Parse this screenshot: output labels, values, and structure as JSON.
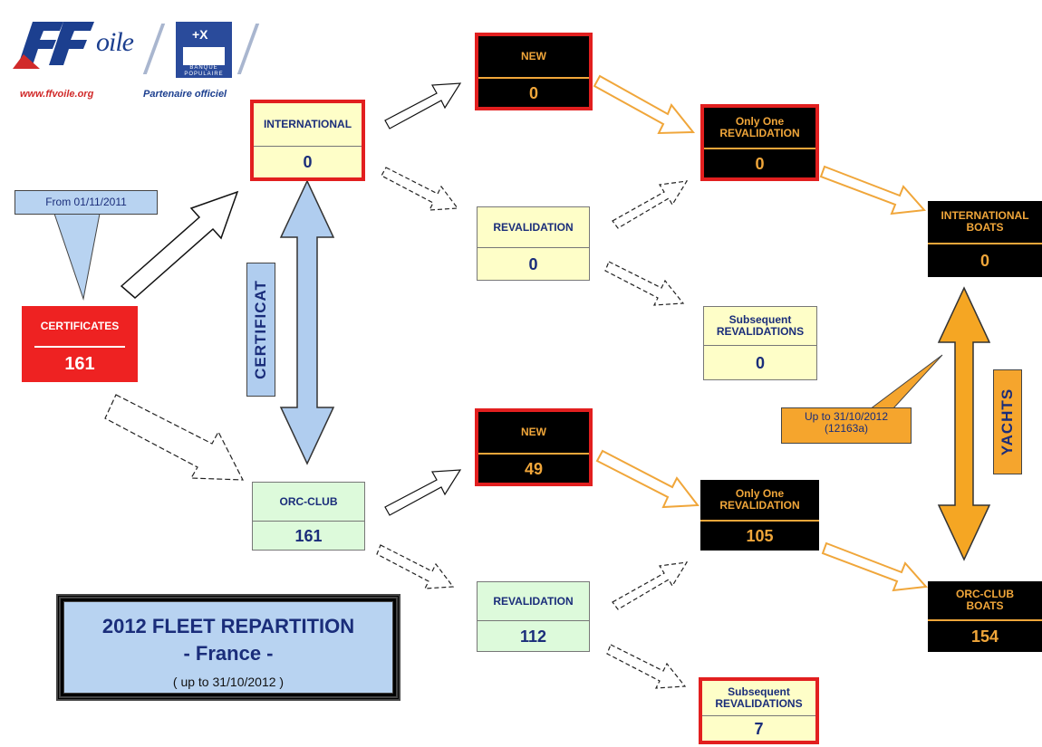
{
  "logo": {
    "brand_word": "oile",
    "url": "www.ffvoile.org",
    "partner_text": "Partenaire officiel",
    "bank_mark": "+X",
    "bank_text": "BANQUE POPULAIRE"
  },
  "colors": {
    "red": "#e21f1f",
    "orange": "#f0a63a",
    "navy": "#1a2d7a",
    "blue_fill": "#b0cdef",
    "yellow_fill": "#fefec8",
    "green_fill": "#ddfadb"
  },
  "callouts": {
    "from_date": "From 01/11/2011",
    "up_to_line1": "Up  to 31/10/2012",
    "up_to_line2": "(12163a)"
  },
  "certificates": {
    "label": "CERTIFICATES",
    "value": "161"
  },
  "certificat_label": "CERTIFICAT",
  "yachts_label": "YACHTS",
  "international": {
    "label": "INTERNATIONAL",
    "value": "0"
  },
  "orc_club": {
    "label": "ORC-CLUB",
    "value": "161"
  },
  "intl_new": {
    "label": "NEW",
    "value": "0"
  },
  "intl_revalidation": {
    "label": "REVALIDATION",
    "value": "0"
  },
  "intl_only_one": {
    "label_line1": "Only One",
    "label_line2": "REVALIDATION",
    "value": "0"
  },
  "intl_subsequent": {
    "label_line1": "Subsequent",
    "label_line2": "REVALIDATIONS",
    "value": "0"
  },
  "intl_boats": {
    "label_line1": "INTERNATIONAL",
    "label_line2": "BOATS",
    "value": "0"
  },
  "club_new": {
    "label": "NEW",
    "value": "49"
  },
  "club_revalidation": {
    "label": "REVALIDATION",
    "value": "112"
  },
  "club_only_one": {
    "label_line1": "Only One",
    "label_line2": "REVALIDATION",
    "value": "105"
  },
  "club_subsequent": {
    "label_line1": "Subsequent",
    "label_line2": "REVALIDATIONS",
    "value": "7"
  },
  "club_boats": {
    "label_line1": "ORC-CLUB",
    "label_line2": "BOATS",
    "value": "154"
  },
  "title": {
    "line1": "2012 FLEET REPARTITION",
    "line2": "- France -",
    "line3": "( up to 31/10/2012 )"
  }
}
